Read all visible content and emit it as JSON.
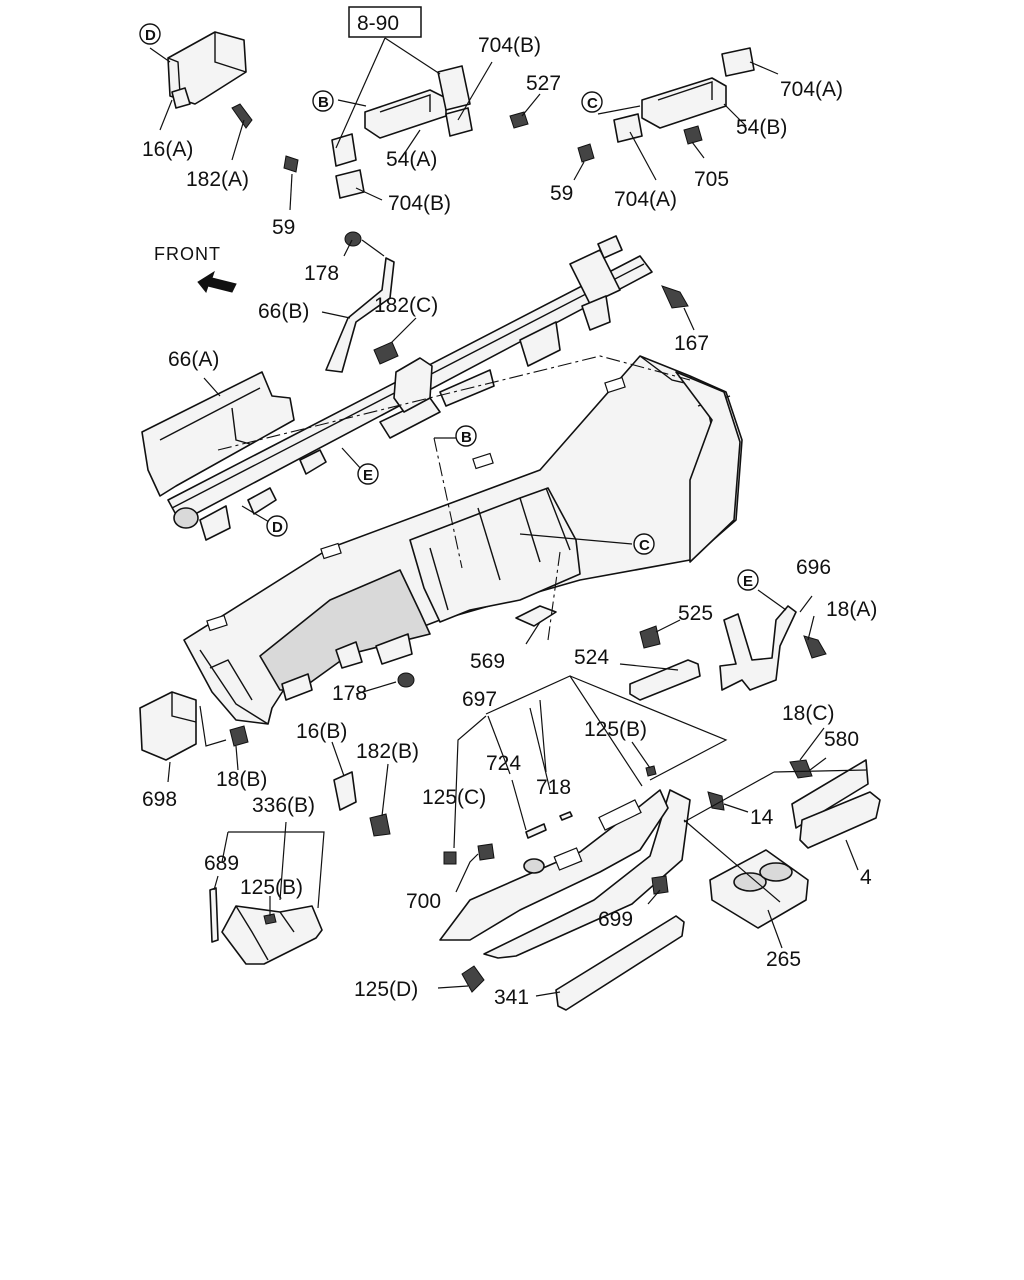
{
  "ref_box": "8-90",
  "front_label": "FRONT",
  "callouts": [
    {
      "letter": "D"
    },
    {
      "letter": "B"
    },
    {
      "letter": "C"
    },
    {
      "letter": "B"
    },
    {
      "letter": "E"
    },
    {
      "letter": "D"
    },
    {
      "letter": "C"
    },
    {
      "letter": "E"
    }
  ],
  "part_labels": [
    "16(A)",
    "182(A)",
    "704(B)",
    "527",
    "54(A)",
    "59",
    "704(B)",
    "704(A)",
    "54(B)",
    "59",
    "704(A)",
    "705",
    "178",
    "66(B)",
    "182(C)",
    "167",
    "66(A)",
    "696",
    "18(A)",
    "525",
    "524",
    "569",
    "178",
    "697",
    "125(B)",
    "724",
    "718",
    "18(C)",
    "580",
    "16(B)",
    "182(B)",
    "698",
    "18(B)",
    "14",
    "125(C)",
    "336(B)",
    "689",
    "125(B)",
    "700",
    "699",
    "4",
    "265",
    "125(D)",
    "341"
  ]
}
